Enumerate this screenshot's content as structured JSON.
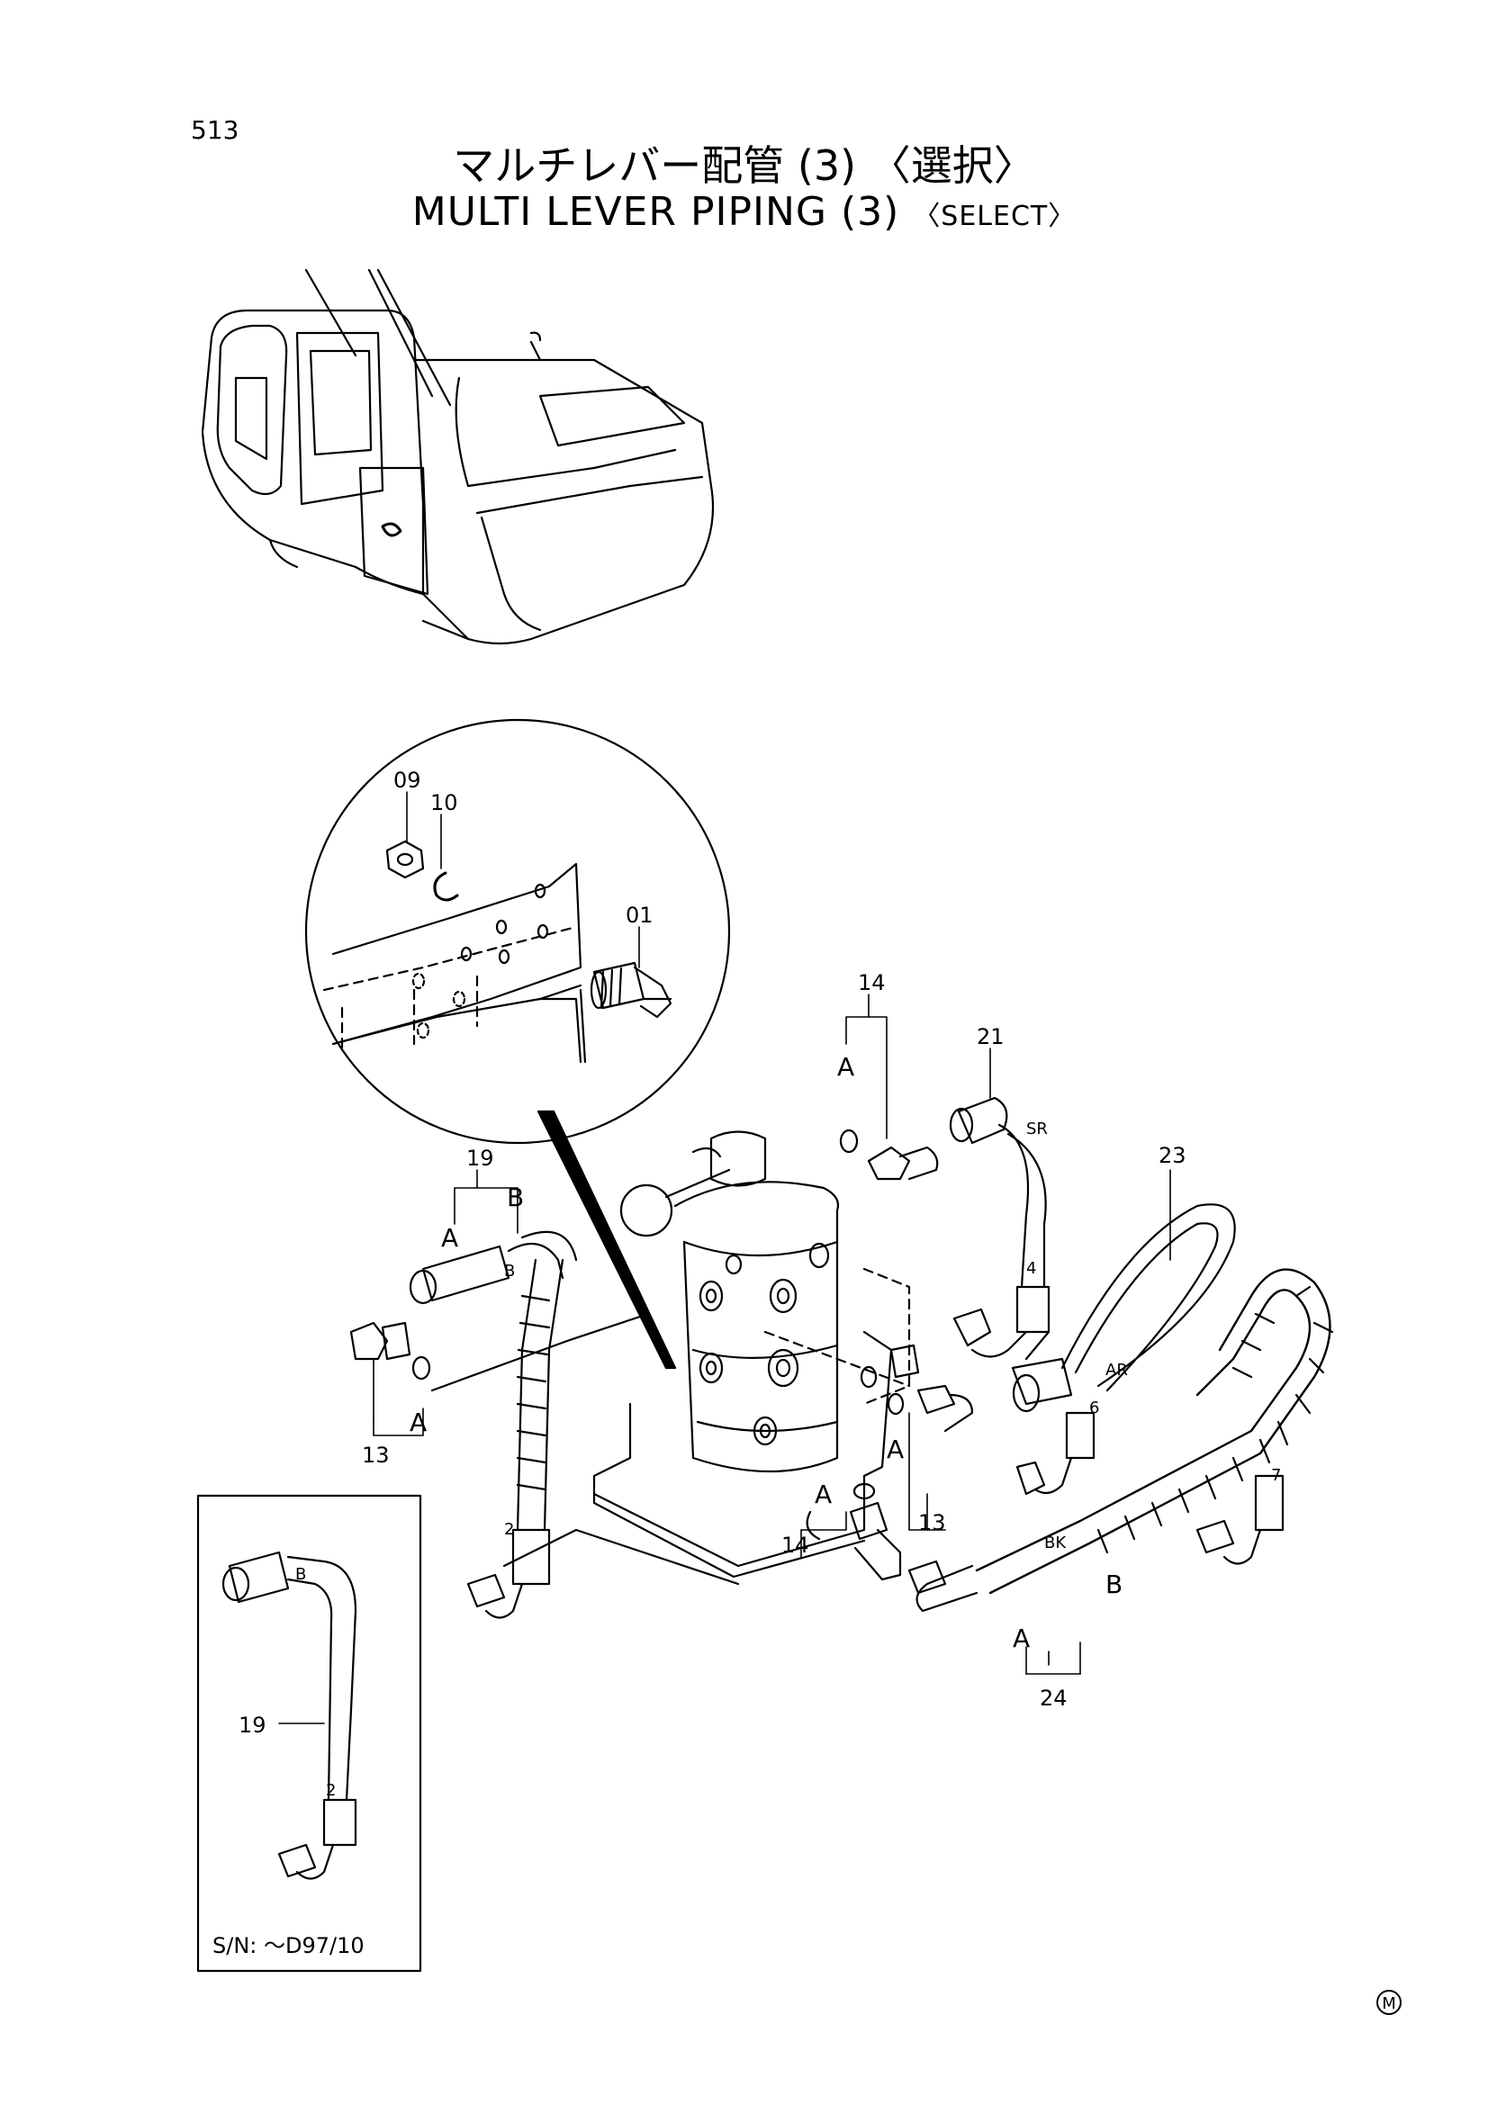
{
  "page_number": "513",
  "title_ja": "マルチレバー配管 (3) 〈選択〉",
  "title_en_main": "MULTI LEVER PIPING (3)",
  "title_en_select": "〈SELECT〉",
  "part_labels": {
    "p09": "09",
    "p10": "10",
    "p01": "01",
    "p14_top": "14",
    "p21": "21",
    "p23": "23",
    "p19": "19",
    "p13_left": "13",
    "p13_right": "13",
    "p14_mid": "14",
    "p24": "24",
    "p19_inset": "19"
  },
  "port_labels": {
    "sr": "SR",
    "ar": "AR",
    "bk": "BK",
    "num4": "4",
    "num6": "6",
    "num7": "7",
    "num2": "2",
    "num2_inset": "2",
    "b_small": "B",
    "b_small_inset": "B"
  },
  "letter_labels": {
    "a_14_top": "A",
    "a_19": "A",
    "b_19": "B",
    "a_13_left": "A",
    "a_13_right": "A",
    "a_14_mid": "A",
    "a_24": "A",
    "b_24": "B"
  },
  "serial_note": "S/N: ～D97/10",
  "m_mark": "M"
}
